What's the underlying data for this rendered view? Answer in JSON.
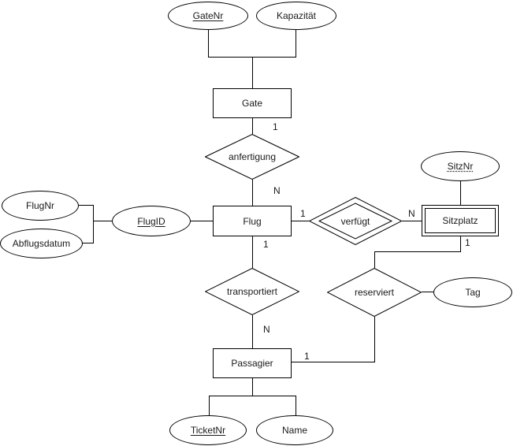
{
  "entities": {
    "gate": {
      "label": "Gate"
    },
    "flug": {
      "label": "Flug"
    },
    "sitzplatz": {
      "label": "Sitzplatz",
      "weak": true
    },
    "passagier": {
      "label": "Passagier"
    }
  },
  "relationships": {
    "anfertigung": {
      "label": "anfertigung"
    },
    "verfuegt": {
      "label": "verfügt",
      "weak": true
    },
    "transportiert": {
      "label": "transportiert"
    },
    "reserviert": {
      "label": "reserviert"
    }
  },
  "attributes": {
    "gatenr": {
      "label": "GateNr",
      "key": "primary"
    },
    "kapazitaet": {
      "label": "Kapazität",
      "key": "none"
    },
    "flugnr": {
      "label": "FlugNr",
      "key": "none"
    },
    "abflugsdatum": {
      "label": "Abflugsdatum",
      "key": "none"
    },
    "flugid": {
      "label": "FlugID",
      "key": "primary"
    },
    "sitznr": {
      "label": "SitzNr",
      "key": "partial"
    },
    "tag": {
      "label": "Tag",
      "key": "none"
    },
    "ticketnr": {
      "label": "TicketNr",
      "key": "primary"
    },
    "name": {
      "label": "Name",
      "key": "none"
    }
  },
  "cardinalities": {
    "gate_anfertigung": "1",
    "anfertigung_flug": "N",
    "flug_verfuegt": "1",
    "verfuegt_sitzplatz": "N",
    "flug_transportiert": "1",
    "transportiert_passagier": "N",
    "sitzplatz_reserviert": "1",
    "reserviert_passagier": "1"
  },
  "colors": {
    "stroke": "#000000",
    "fill": "#ffffff",
    "text": "#1a1a1a"
  }
}
